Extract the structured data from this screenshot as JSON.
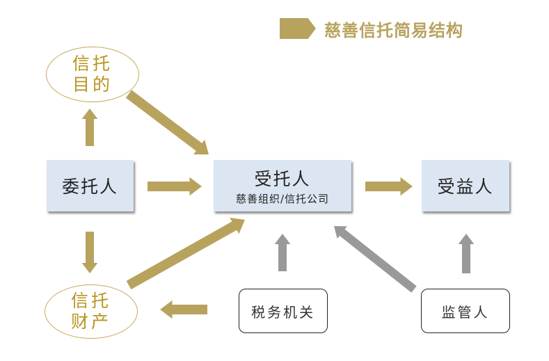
{
  "title": "慈善信托简易结构",
  "colors": {
    "accent": "#b8a35e",
    "gray_arrow": "#999999",
    "box_fill": "#dce6f2",
    "ellipse_text": "#b9941f"
  },
  "nodes": {
    "settlor": {
      "label": "委托人"
    },
    "trustee": {
      "label": "受托人",
      "sublabel": "慈善组织/信托公司"
    },
    "beneficiary": {
      "label": "受益人"
    },
    "trust_purpose": {
      "line1": "信托",
      "line2": "目的"
    },
    "trust_property": {
      "line1": "信托",
      "line2": "财产"
    },
    "tax_authority": {
      "label": "税务机关"
    },
    "supervisor": {
      "label": "监管人"
    }
  },
  "edges": [
    {
      "from": "委托人",
      "to": "信托目的",
      "style": "gold"
    },
    {
      "from": "信托目的",
      "to": "受托人",
      "style": "gold"
    },
    {
      "from": "委托人",
      "to": "受托人",
      "style": "gold"
    },
    {
      "from": "委托人",
      "to": "信托财产",
      "style": "gold"
    },
    {
      "from": "信托财产",
      "to": "受托人",
      "style": "gold"
    },
    {
      "from": "受托人",
      "to": "受益人",
      "style": "gold"
    },
    {
      "from": "税务机关",
      "to": "信托财产",
      "style": "gold"
    },
    {
      "from": "税务机关",
      "to": "受托人",
      "style": "gray"
    },
    {
      "from": "监管人",
      "to": "受托人",
      "style": "gray"
    },
    {
      "from": "监管人",
      "to": "受益人",
      "style": "gray"
    }
  ]
}
